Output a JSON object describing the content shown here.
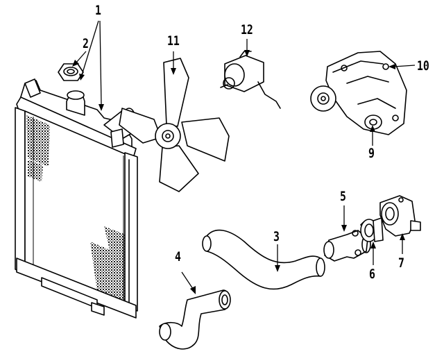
{
  "callouts": [
    {
      "id": "1",
      "label": "1"
    },
    {
      "id": "2",
      "label": "2"
    },
    {
      "id": "3",
      "label": "3"
    },
    {
      "id": "4",
      "label": "4"
    },
    {
      "id": "5",
      "label": "5"
    },
    {
      "id": "6",
      "label": "6"
    },
    {
      "id": "7",
      "label": "7"
    },
    {
      "id": "9",
      "label": "9"
    },
    {
      "id": "10",
      "label": "10"
    },
    {
      "id": "11",
      "label": "11"
    },
    {
      "id": "12",
      "label": "12"
    }
  ],
  "colors": {
    "ink": "#000000",
    "background": "#ffffff"
  }
}
